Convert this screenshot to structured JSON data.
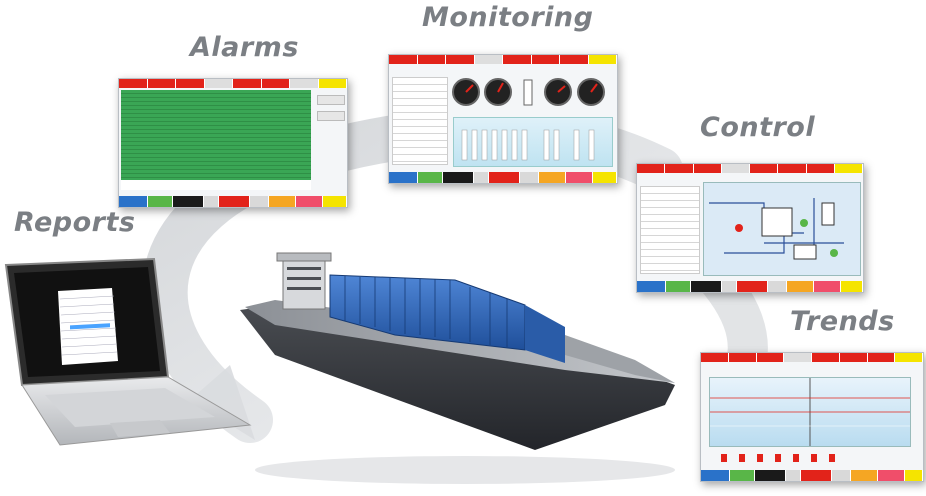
{
  "labels": {
    "alarms": "Alarms",
    "monitoring": "Monitoring",
    "control": "Control",
    "reports": "Reports",
    "trends": "Trends"
  },
  "colors": {
    "label_grey": "#7b7f84",
    "alarm_red": "#e2231a",
    "status_green": "#3aa655",
    "nav_blue": "#2a72c9",
    "accent_yellow": "#f5e400"
  }
}
